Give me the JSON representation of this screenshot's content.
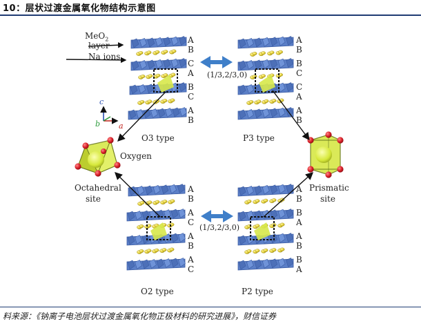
{
  "header": {
    "title": "10：层状过渡金属氧化物结构示意图"
  },
  "figure": {
    "labels": {
      "meo2": "MeO",
      "meo2_sub": "2",
      "layer": "layer",
      "na_ions": "Na ions",
      "oxygen": "Oxygen",
      "octahedral": "Octahedral",
      "octahedral_site": "site",
      "prismatic": "Prismatic",
      "prismatic_site": "site",
      "vector_top": "(1/3,2/3,0)",
      "vector_bottom": "(1/3,2/3,0)",
      "axis_c": "c",
      "axis_b": "b",
      "axis_a": "a"
    },
    "types": {
      "o3": "O3 type",
      "p3": "P3 type",
      "o2": "O2 type",
      "p2": "P2 type"
    },
    "stacking": {
      "o3": [
        "A",
        "B",
        "C",
        "A",
        "B",
        "C",
        "A",
        "B"
      ],
      "p3": [
        "A",
        "B",
        "B",
        "C",
        "C",
        "A",
        "A",
        "B"
      ],
      "o2": [
        "A",
        "B",
        "A",
        "C",
        "A",
        "B",
        "A",
        "C"
      ],
      "p2": [
        "A",
        "B",
        "B",
        "A",
        "A",
        "B",
        "B",
        "A"
      ]
    },
    "colors": {
      "octa_face": "#5b7fc7",
      "octa_dark": "#3a5ba3",
      "na_ion": "#e8d43a",
      "oxygen": "#d81e28",
      "polyhedron": "#d7e84a",
      "arrow_blue": "#3f7fc9"
    }
  },
  "footer": {
    "source": "料来源：《钠离子电池层状过渡金属氧化物正极材料的研究进展》，财信证券"
  }
}
